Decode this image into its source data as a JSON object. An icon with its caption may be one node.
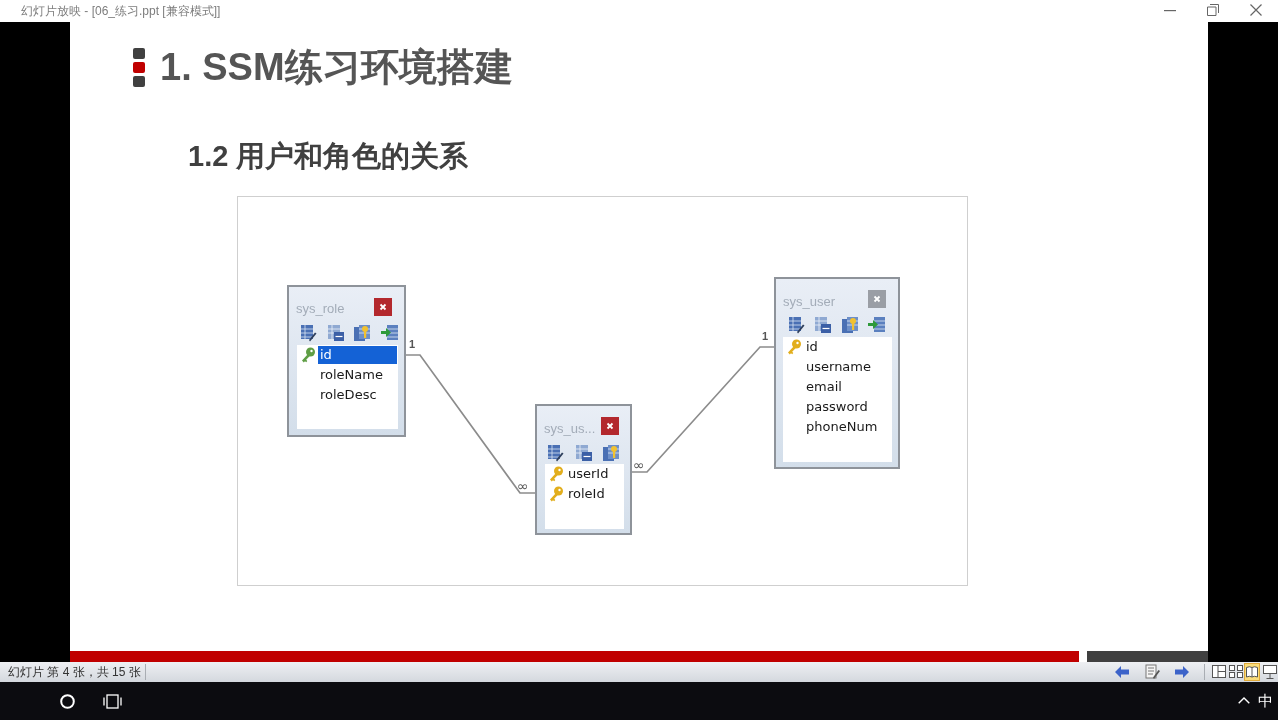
{
  "diagram": {
    "title": "1. SSM练习环境搭建",
    "nodes": [
      {
        "text": [
          "sys_role",
          "id",
          "roleName",
          "roleDesc"
        ]
      },
      {
        "text": [
          "sys_us...",
          "userId",
          "roleId"
        ]
      },
      {
        "text": [
          "sys_user",
          "id",
          "username",
          "email",
          "password",
          "phoneNum"
        ]
      }
    ],
    "edges": [
      {
        "from": 0,
        "to": 1,
        "arrow": "none"
      },
      {
        "from": 2,
        "to": 1,
        "arrow": "none"
      }
    ],
    "labels": [
      "幻灯片放映 - [06_练习.ppt [兼容模式]]",
      "1.2 用户和角色的关系",
      "1",
      "∞",
      "∞",
      "1",
      "幻灯片 第 4 张，共 15 张",
      "中"
    ]
  }
}
